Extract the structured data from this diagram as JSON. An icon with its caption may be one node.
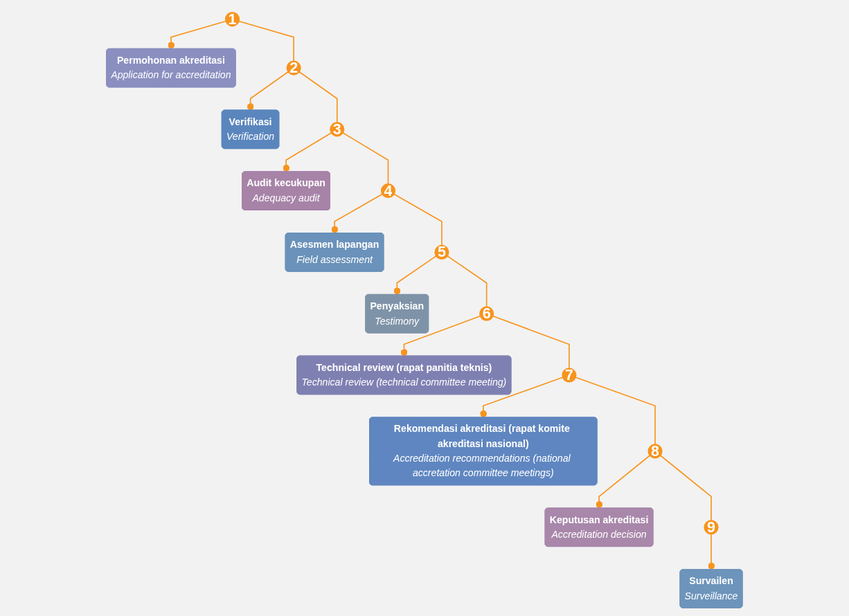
{
  "diagram": {
    "nodes": [
      {
        "text": [
          "Permohonan akreditasi",
          "Application for accreditation"
        ]
      },
      {
        "text": [
          "1"
        ]
      },
      {
        "text": [
          "Verifikasi",
          "Verification"
        ]
      },
      {
        "text": [
          "2"
        ]
      },
      {
        "text": [
          "Audit kecukupan",
          "Adequacy audit"
        ]
      },
      {
        "text": [
          "3"
        ]
      },
      {
        "text": [
          "Asesmen lapangan",
          "Field assessment"
        ]
      },
      {
        "text": [
          "4"
        ]
      },
      {
        "text": [
          "Penyaksian",
          "Testimony"
        ]
      },
      {
        "text": [
          "5"
        ]
      },
      {
        "text": [
          "Technical review (rapat panitia teknis)",
          "Technical review (technical committee meeting)"
        ]
      },
      {
        "text": [
          "6"
        ]
      },
      {
        "text": [
          "Rekomendasi akreditasi (rapat komite akreditasi nasional)",
          "Accreditation recommendations (national accretation committee meetings)"
        ]
      },
      {
        "text": [
          "7"
        ]
      },
      {
        "text": [
          "Keputusan akreditasi",
          "Accreditation decision"
        ]
      },
      {
        "text": [
          "8"
        ]
      },
      {
        "text": [
          "Survailen",
          "Surveillance"
        ]
      },
      {
        "text": [
          "9"
        ]
      }
    ],
    "edges": [
      {
        "from": 1,
        "to": 3,
        "arrow": "none"
      },
      {
        "from": 3,
        "to": 5,
        "arrow": "none"
      },
      {
        "from": 5,
        "to": 7,
        "arrow": "none"
      },
      {
        "from": 7,
        "to": 9,
        "arrow": "none"
      },
      {
        "from": 9,
        "to": 11,
        "arrow": "none"
      },
      {
        "from": 11,
        "to": 13,
        "arrow": "none"
      },
      {
        "from": 13,
        "to": 15,
        "arrow": "none"
      },
      {
        "from": 15,
        "to": 17,
        "arrow": "none"
      },
      {
        "from": 1,
        "to": 0,
        "arrow": "other"
      },
      {
        "from": 3,
        "to": 2,
        "arrow": "other"
      },
      {
        "from": 5,
        "to": 4,
        "arrow": "other"
      },
      {
        "from": 7,
        "to": 6,
        "arrow": "other"
      },
      {
        "from": 9,
        "to": 8,
        "arrow": "other"
      },
      {
        "from": 11,
        "to": 10,
        "arrow": "other"
      },
      {
        "from": 13,
        "to": 12,
        "arrow": "other"
      },
      {
        "from": 15,
        "to": 14,
        "arrow": "other"
      },
      {
        "from": 17,
        "to": 16,
        "arrow": "other"
      }
    ]
  }
}
